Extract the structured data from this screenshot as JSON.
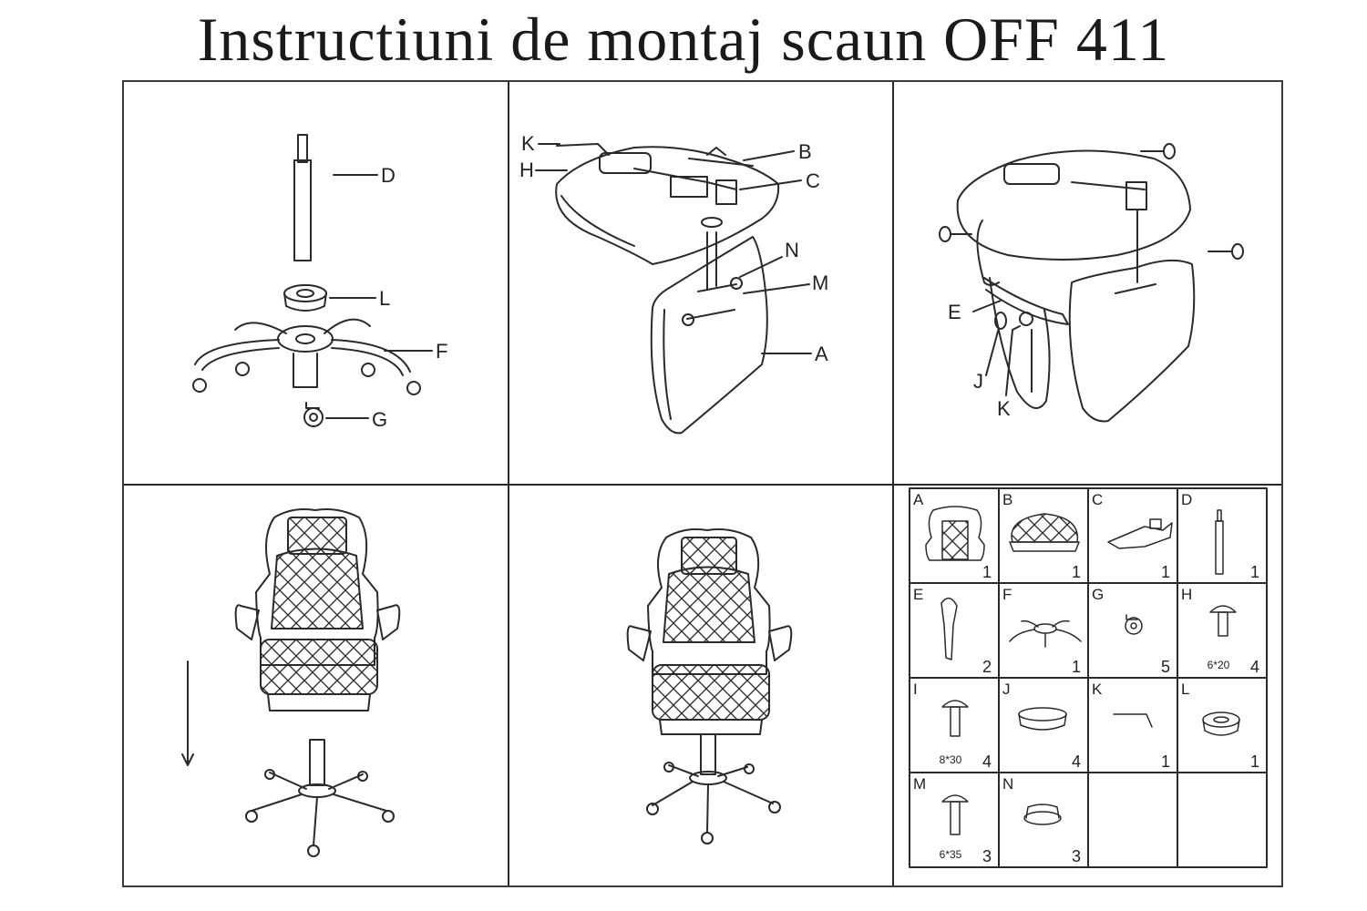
{
  "title": "Instructiuni de montaj scaun OFF 411",
  "step1": {
    "labels": {
      "D": "D",
      "L": "L",
      "F": "F",
      "G": "G"
    }
  },
  "step2": {
    "labels": {
      "K": "K",
      "H": "H",
      "B": "B",
      "C": "C",
      "N": "N",
      "M": "M",
      "A": "A"
    }
  },
  "step3": {
    "labels": {
      "E": "E",
      "J": "J",
      "K": "K"
    }
  },
  "parts": [
    {
      "letter": "A",
      "qty": "1",
      "spec": ""
    },
    {
      "letter": "B",
      "qty": "1",
      "spec": ""
    },
    {
      "letter": "C",
      "qty": "1",
      "spec": ""
    },
    {
      "letter": "D",
      "qty": "1",
      "spec": ""
    },
    {
      "letter": "E",
      "qty": "2",
      "spec": ""
    },
    {
      "letter": "F",
      "qty": "1",
      "spec": ""
    },
    {
      "letter": "G",
      "qty": "5",
      "spec": ""
    },
    {
      "letter": "H",
      "qty": "4",
      "spec": "6*20"
    },
    {
      "letter": "I",
      "qty": "4",
      "spec": "8*30"
    },
    {
      "letter": "J",
      "qty": "4",
      "spec": ""
    },
    {
      "letter": "K",
      "qty": "1",
      "spec": ""
    },
    {
      "letter": "L",
      "qty": "1",
      "spec": ""
    },
    {
      "letter": "M",
      "qty": "3",
      "spec": "6*35"
    },
    {
      "letter": "N",
      "qty": "3",
      "spec": ""
    }
  ]
}
